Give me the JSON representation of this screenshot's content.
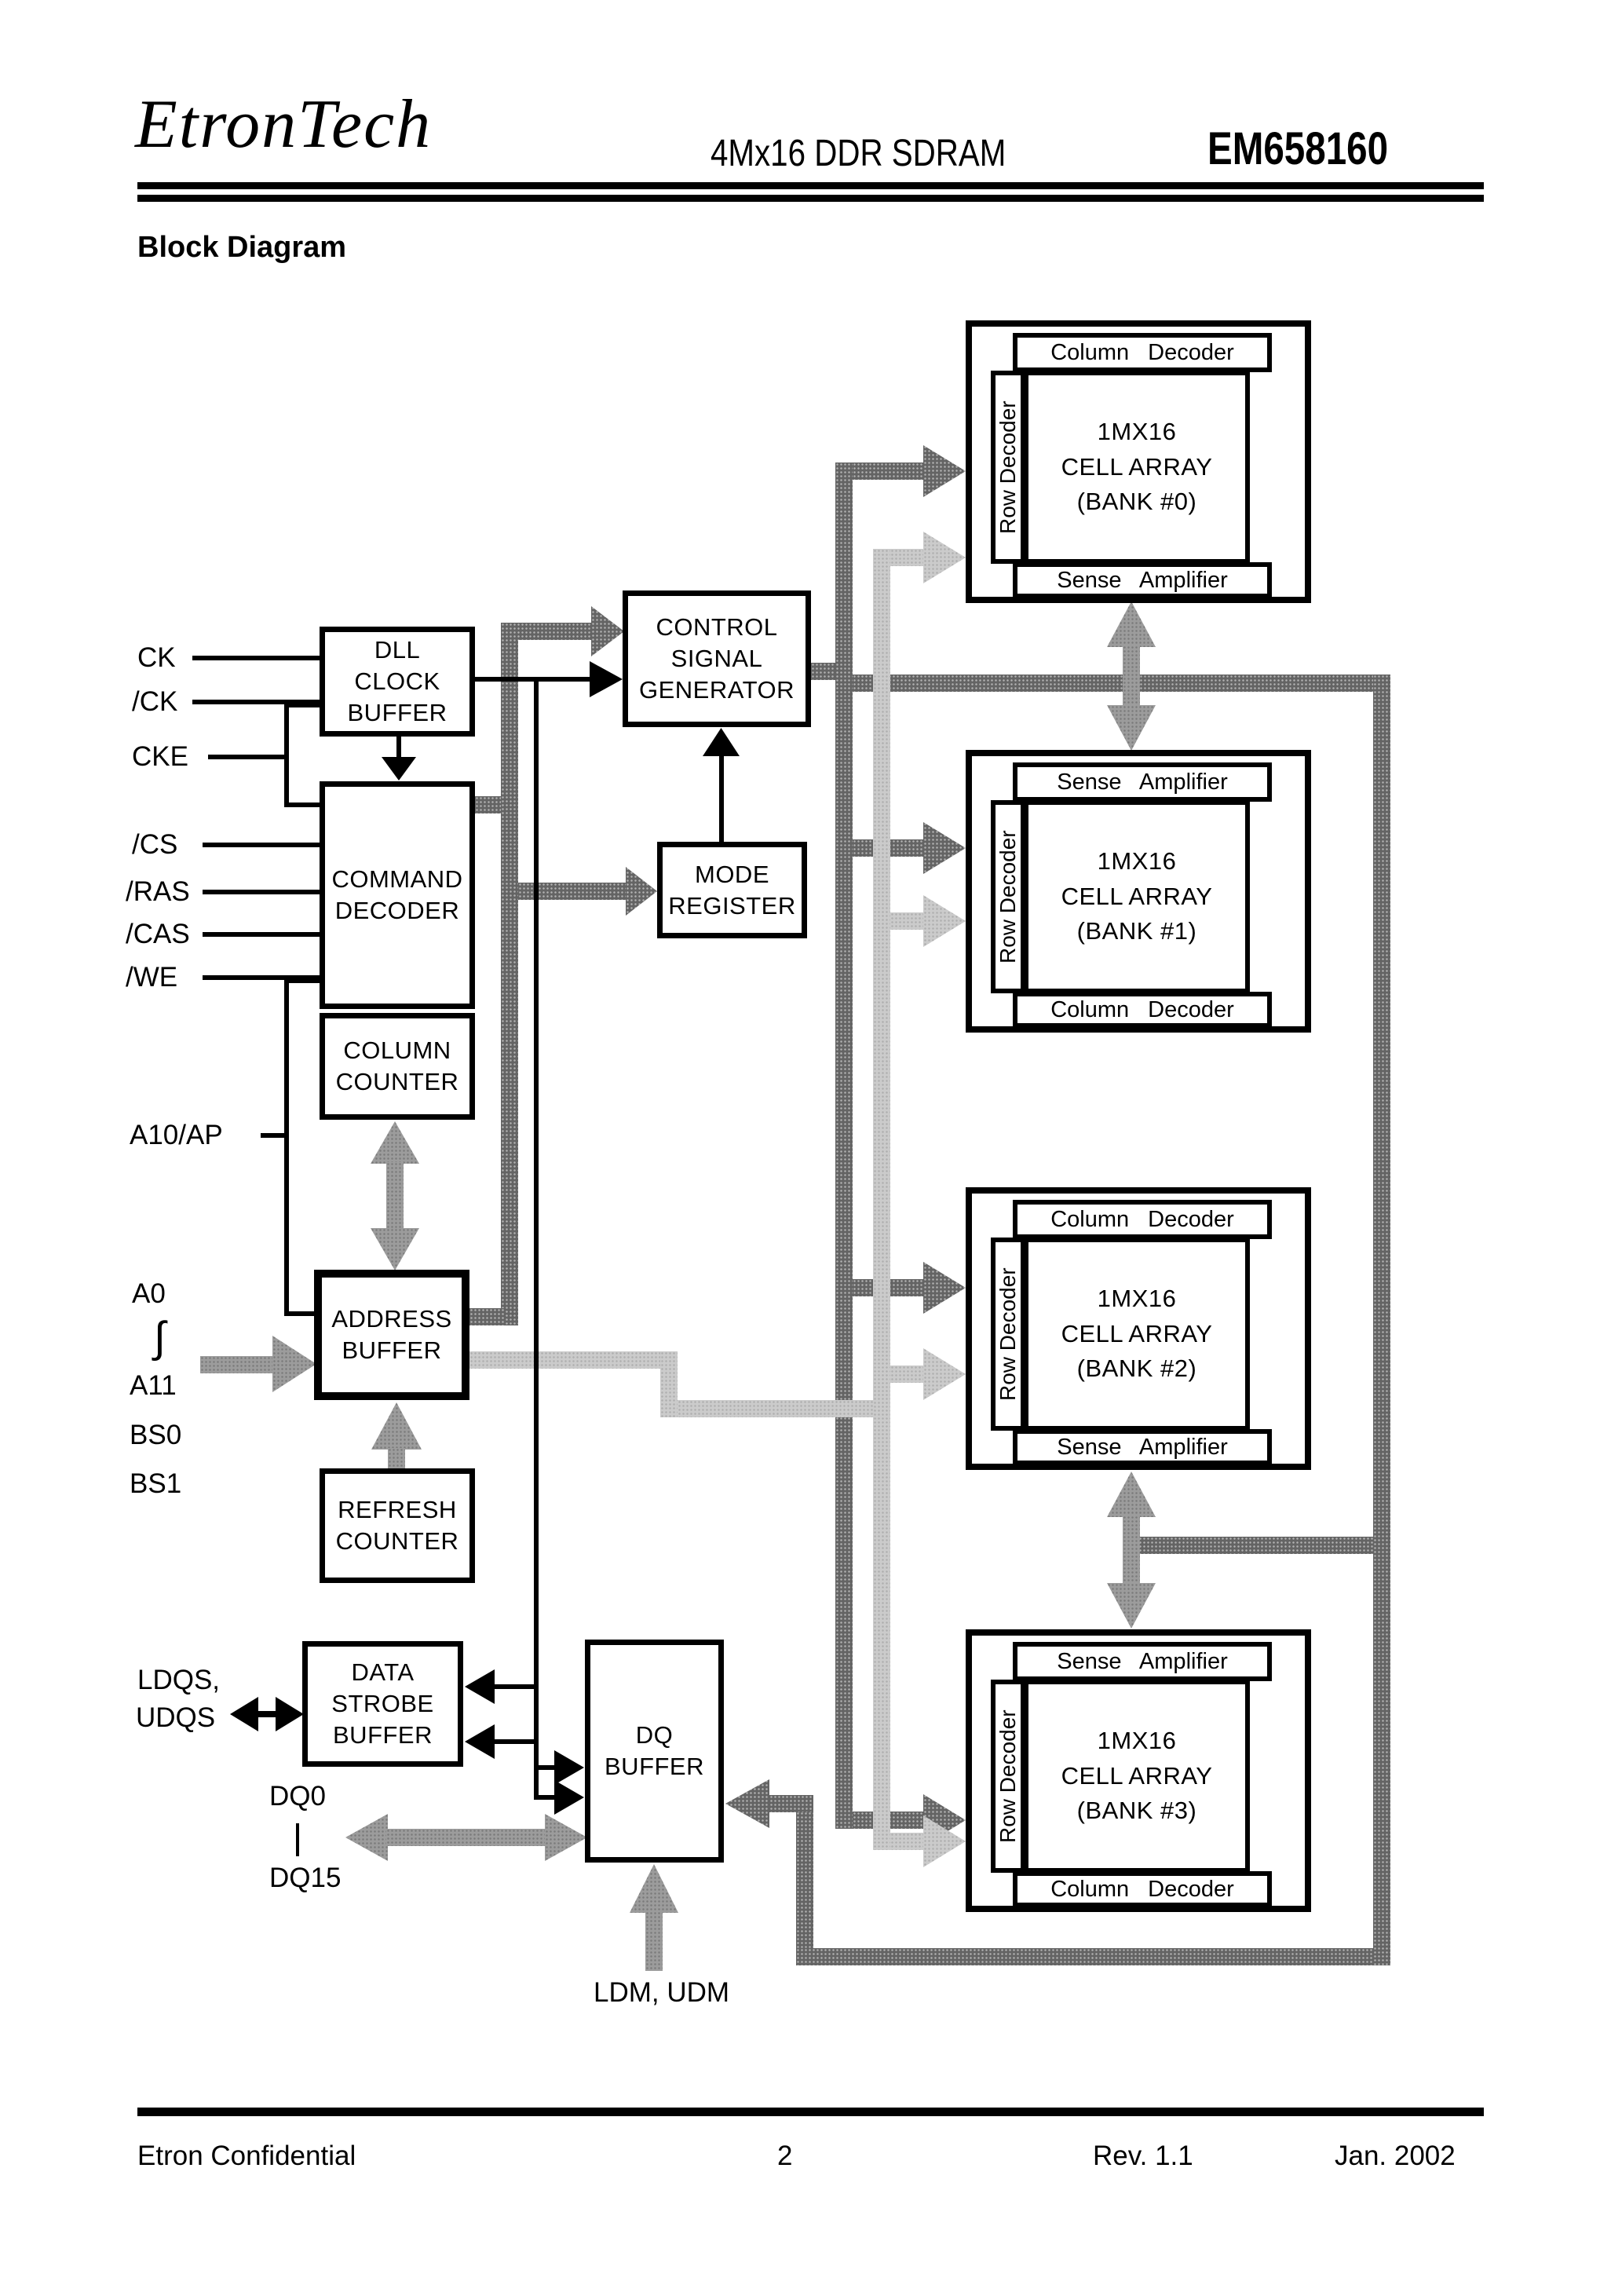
{
  "header": {
    "logo": "EtronTech",
    "product": "4Mx16 DDR SDRAM",
    "part_number": "EM658160",
    "section_title": "Block Diagram"
  },
  "footer": {
    "confidential": "Etron Confidential",
    "page_number": "2",
    "revision": "Rev. 1.1",
    "date": "Jan. 2002"
  },
  "blocks": {
    "dll_clock_buffer": "DLL\nCLOCK\nBUFFER",
    "command_decoder": "COMMAND\nDECODER",
    "column_counter": "COLUMN\nCOUNTER",
    "address_buffer": "ADDRESS\nBUFFER",
    "refresh_counter": "REFRESH\nCOUNTER",
    "control_signal_generator": "CONTROL\nSIGNAL\nGENERATOR",
    "mode_register": "MODE\nREGISTER",
    "data_strobe_buffer": "DATA\nSTROBE\nBUFFER",
    "dq_buffer": "DQ\nBUFFER"
  },
  "banks": [
    {
      "top": "Column Decoder",
      "side": "Row Decoder",
      "cell": "1MX16\nCELL ARRAY\n(BANK #0)",
      "bottom": "Sense Amplifier"
    },
    {
      "top": "Sense Amplifier",
      "side": "Row Decoder",
      "cell": "1MX16\nCELL ARRAY\n(BANK #1)",
      "bottom": "Column Decoder"
    },
    {
      "top": "Column Decoder",
      "side": "Row Decoder",
      "cell": "1MX16\nCELL ARRAY\n(BANK #2)",
      "bottom": "Sense Amplifier"
    },
    {
      "top": "Sense Amplifier",
      "side": "Row Decoder",
      "cell": "1MX16\nCELL ARRAY\n(BANK #3)",
      "bottom": "Column Decoder"
    }
  ],
  "signals": {
    "ck": "CK",
    "ckb": "/CK",
    "cke": "CKE",
    "csb": "/CS",
    "rasb": "/RAS",
    "casb": "/CAS",
    "web": "/WE",
    "a10": "A10/AP",
    "a0": "A0",
    "squiggle": "∫",
    "a11": "A11",
    "bs0": "BS0",
    "bs1": "BS1",
    "ldqs": "LDQS,",
    "udqs": "UDQS",
    "dq0": "DQ0",
    "dq15": "DQ15",
    "ldm_udm": "LDM,  UDM"
  },
  "colors": {
    "ink": "#000000",
    "wire_dark": "#646464",
    "wire_mid": "#9c9c9c",
    "wire_light": "#cbcbcb",
    "paper": "#ffffff"
  }
}
